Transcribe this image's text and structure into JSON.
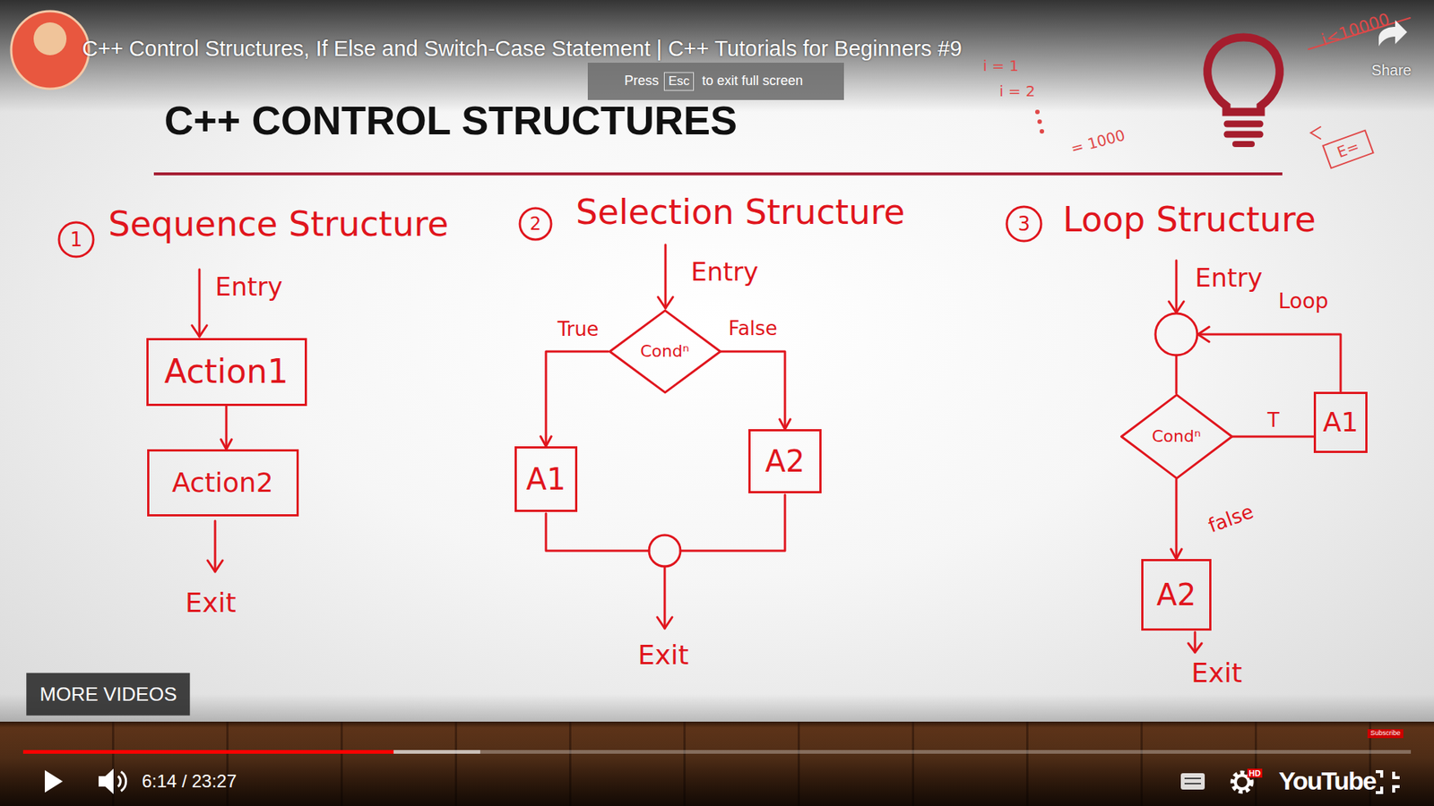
{
  "diagram": {
    "title": "C++ CONTROL STRUCTURES",
    "nodes": [
      {
        "text": [
          "Action1"
        ]
      },
      {
        "text": [
          "Action2"
        ]
      },
      {
        "text": [
          "Condⁿ"
        ]
      },
      {
        "text": [
          "A1"
        ]
      },
      {
        "text": [
          "A2"
        ]
      },
      {
        "text": [
          "Condⁿ"
        ]
      },
      {
        "text": [
          "A1"
        ]
      },
      {
        "text": [
          "A2"
        ]
      }
    ],
    "edges": [
      {
        "from": 0,
        "to": 1,
        "arrow": "to"
      },
      {
        "from": 2,
        "to": 3,
        "label": "True",
        "arrow": "to"
      },
      {
        "from": 2,
        "to": 4,
        "label": "False",
        "arrow": "to"
      },
      {
        "from": 5,
        "to": 6,
        "label": "T",
        "arrow": "none"
      },
      {
        "from": 5,
        "to": 7,
        "label": "false",
        "arrow": "to"
      }
    ],
    "labels": [
      "C++ Control Structures, If Else and Switch-Case Statement | C++ Tutorials for Beginners #9",
      "Press",
      "Esc",
      "to exit full screen",
      "Share",
      "i<10000",
      "i = 1",
      "i = 2",
      "= 1000",
      "E=",
      "1",
      "Sequence Structure",
      "Entry",
      "Exit",
      "2",
      "Selection Structure",
      "Entry",
      "Exit",
      "3",
      "Loop Structure",
      "Entry",
      "Loop",
      "Exit",
      "MORE VIDEOS",
      "Subscribe",
      "6:14 / 23:27",
      "HD",
      "YouTube"
    ]
  }
}
